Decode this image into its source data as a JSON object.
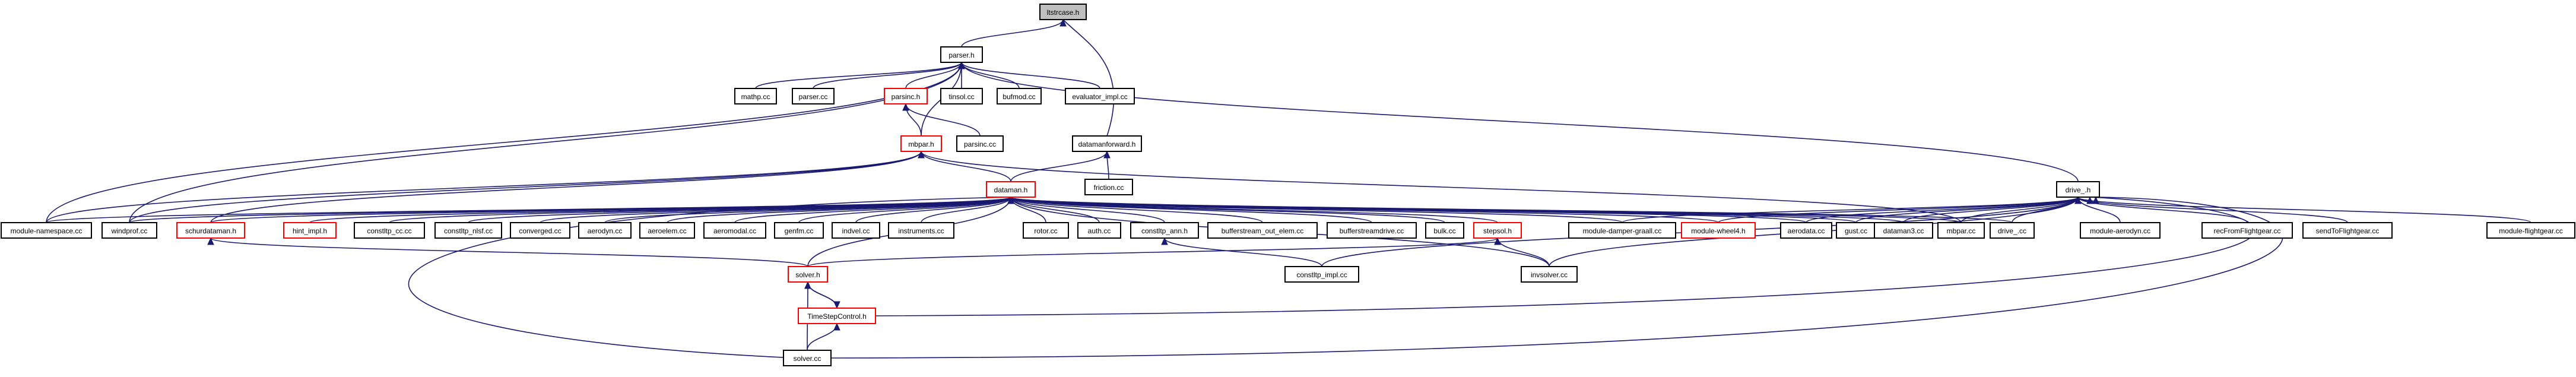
{
  "nodes": [
    {
      "id": "ltstrcase_h",
      "label": "ltstrcase.h"
    },
    {
      "id": "parser_h",
      "label": "parser.h"
    },
    {
      "id": "mathp_cc",
      "label": "mathp.cc"
    },
    {
      "id": "parser_cc",
      "label": "parser.cc"
    },
    {
      "id": "parsinc_h",
      "label": "parsinc.h"
    },
    {
      "id": "tinsol_cc",
      "label": "tinsol.cc"
    },
    {
      "id": "bufmod_cc",
      "label": "bufmod.cc"
    },
    {
      "id": "evaluator_impl_cc",
      "label": "evaluator_impl.cc"
    },
    {
      "id": "parsinc_cc",
      "label": "parsinc.cc"
    },
    {
      "id": "mbpar_h",
      "label": "mbpar.h"
    },
    {
      "id": "datamanforward_h",
      "label": "datamanforward.h"
    },
    {
      "id": "friction_cc",
      "label": "friction.cc"
    },
    {
      "id": "dataman_h",
      "label": "dataman.h"
    },
    {
      "id": "drive_h",
      "label": "drive_.h"
    },
    {
      "id": "module_namespace_cc",
      "label": "module-namespace.cc"
    },
    {
      "id": "windprof_cc",
      "label": "windprof.cc"
    },
    {
      "id": "schurdataman_h",
      "label": "schurdataman.h"
    },
    {
      "id": "hint_impl_h",
      "label": "hint_impl.h"
    },
    {
      "id": "constltp_cc",
      "label": "constltp_cc.cc"
    },
    {
      "id": "constltp_nlsf_cc",
      "label": "constltp_nlsf.cc"
    },
    {
      "id": "converged_cc",
      "label": "converged.cc"
    },
    {
      "id": "aerodyn_cc",
      "label": "aerodyn.cc"
    },
    {
      "id": "aeroelem_cc",
      "label": "aeroelem.cc"
    },
    {
      "id": "aeromodal_cc",
      "label": "aeromodal.cc"
    },
    {
      "id": "genfm_cc",
      "label": "genfm.cc"
    },
    {
      "id": "indvel_cc",
      "label": "indvel.cc"
    },
    {
      "id": "instruments_cc",
      "label": "instruments.cc"
    },
    {
      "id": "rotor_cc",
      "label": "rotor.cc"
    },
    {
      "id": "auth_cc",
      "label": "auth.cc"
    },
    {
      "id": "constltp_ann_h",
      "label": "constltp_ann.h"
    },
    {
      "id": "bufferstream_out_elem_cc",
      "label": "bufferstream_out_elem.cc"
    },
    {
      "id": "bufferstreamdrive_cc",
      "label": "bufferstreamdrive.cc"
    },
    {
      "id": "bulk_cc",
      "label": "bulk.cc"
    },
    {
      "id": "stepsol_h",
      "label": "stepsol.h"
    },
    {
      "id": "module_damper_graall_cc",
      "label": "module-damper-graall.cc"
    },
    {
      "id": "module_wheel4_h",
      "label": "module-wheel4.h"
    },
    {
      "id": "aerodata_cc",
      "label": "aerodata.cc"
    },
    {
      "id": "gust_cc",
      "label": "gust.cc"
    },
    {
      "id": "dataman3_cc",
      "label": "dataman3.cc"
    },
    {
      "id": "mbpar_cc",
      "label": "mbpar.cc"
    },
    {
      "id": "drive_cc",
      "label": "drive_.cc"
    },
    {
      "id": "module_aerodyn_cc",
      "label": "module-aerodyn.cc"
    },
    {
      "id": "recFromFlightgear_cc",
      "label": "recFromFlightgear.cc"
    },
    {
      "id": "sendToFlightgear_cc",
      "label": "sendToFlightgear.cc"
    },
    {
      "id": "module_flightgear_cc",
      "label": "module-flightgear.cc"
    },
    {
      "id": "solver_h",
      "label": "solver.h"
    },
    {
      "id": "constltp_impl_cc",
      "label": "constltp_impl.cc"
    },
    {
      "id": "invsolver_cc",
      "label": "invsolver.cc"
    },
    {
      "id": "TimeStepControl_h",
      "label": "TimeStepControl.h"
    },
    {
      "id": "solver_cc",
      "label": "solver.cc"
    }
  ]
}
